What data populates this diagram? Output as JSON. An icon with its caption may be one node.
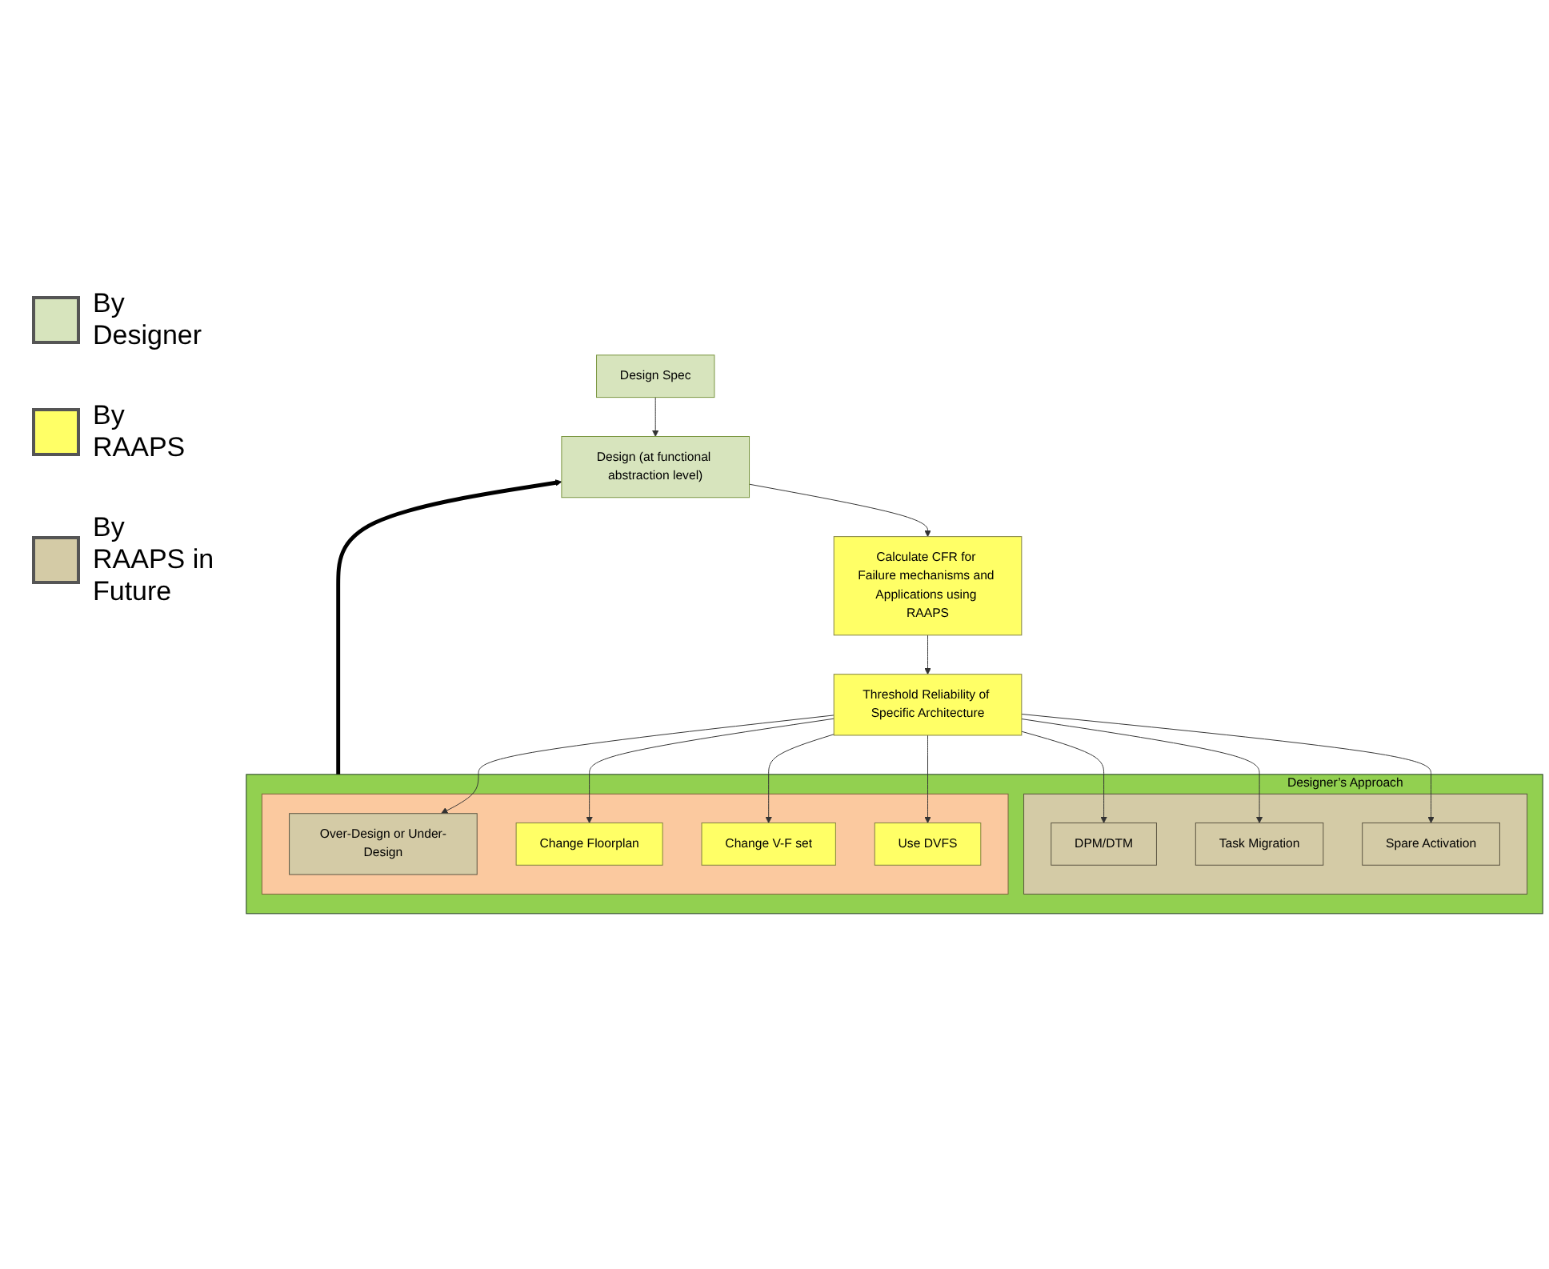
{
  "diagram": {
    "nodes": [
      {
        "text": [
          "Design Spec"
        ]
      },
      {
        "text": [
          "Design (at functional abstraction level)"
        ]
      },
      {
        "text": [
          "Calculate CFR for Failure mechanisms and Applications using RAAPS"
        ]
      },
      {
        "text": [
          "Threshold Reliability of Specific Architecture"
        ]
      },
      {
        "text": [
          "Designer’s Approach"
        ]
      },
      {
        "text": [],
        "shape": "box",
        "in": 4
      },
      {
        "text": [],
        "shape": "box",
        "in": 4
      },
      {
        "text": [
          "DPM/DTM"
        ],
        "in": 5
      },
      {
        "text": [
          "Task Migration"
        ],
        "in": 5
      },
      {
        "text": [
          "Spare Activation"
        ],
        "in": 5
      },
      {
        "text": [
          "Over-Design or Under-Design"
        ],
        "in": 6
      },
      {
        "text": [
          "Change Floorplan"
        ],
        "in": 6
      },
      {
        "text": [
          "Change V-F set"
        ],
        "in": 6
      },
      {
        "text": [
          "Use DVFS"
        ],
        "in": 6
      }
    ],
    "edges": [
      {
        "from": 0,
        "to": 1,
        "arrow": "to"
      },
      {
        "from": 1,
        "to": 2,
        "arrow": "to"
      },
      {
        "from": 2,
        "to": 3,
        "arrow": "to"
      },
      {
        "from": 3,
        "to": 7,
        "arrow": "to"
      },
      {
        "from": 3,
        "to": 8,
        "arrow": "to"
      },
      {
        "from": 3,
        "to": 9,
        "arrow": "to"
      },
      {
        "from": 3,
        "to": 10,
        "arrow": "to"
      },
      {
        "from": 3,
        "to": 11,
        "arrow": "to"
      },
      {
        "from": 3,
        "to": 12,
        "arrow": "to"
      },
      {
        "from": 3,
        "to": 13,
        "arrow": "to"
      },
      {
        "from": 4,
        "to": 1,
        "arrow": "to",
        "style": "thick",
        "color": "#000000"
      }
    ],
    "legend": [
      {
        "text": "By Designer",
        "color": "#d7e4bd"
      },
      {
        "text": "By RAAPS",
        "color": "#ffff66"
      },
      {
        "text": "By RAAPS in Future",
        "color": "#d4cba6"
      }
    ]
  }
}
